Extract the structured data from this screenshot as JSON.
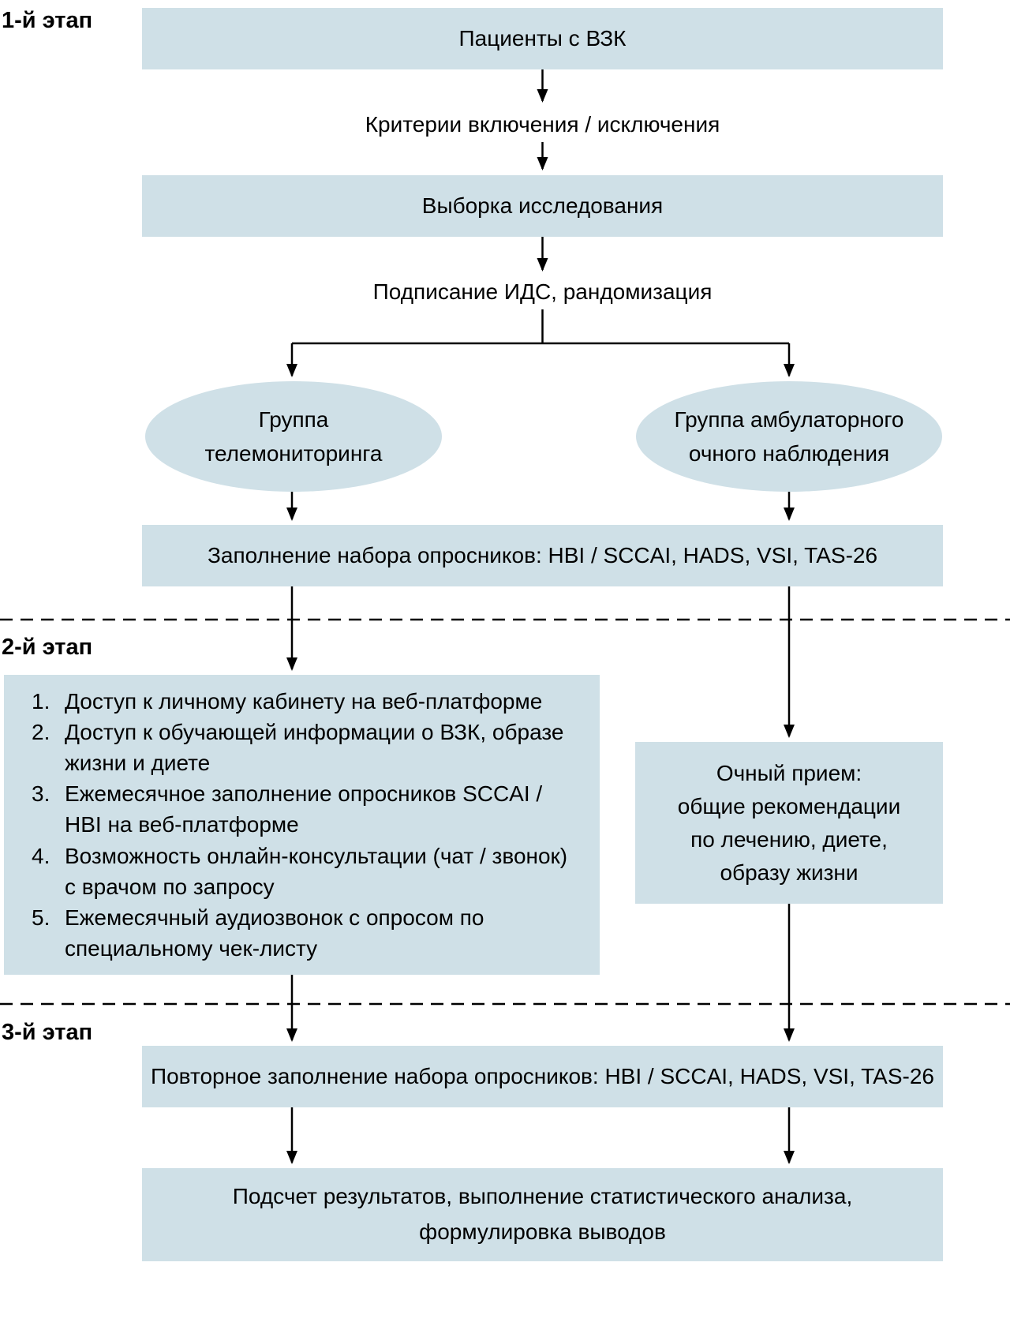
{
  "colors": {
    "box_fill": "#cfe0e7",
    "line_color": "#000000",
    "text_color": "#000000",
    "background": "#ffffff"
  },
  "stage_labels": {
    "stage1": "1-й этап",
    "stage2": "2-й этап",
    "stage3": "3-й этап"
  },
  "nodes": {
    "patients": "Пациенты с ВЗК",
    "criteria": "Критерии включения / исключения",
    "sample": "Выборка исследования",
    "consent": "Подписание ИДС, рандомизация",
    "tele_ellipse": {
      "lines": [
        "Группа",
        "телемониторинга"
      ]
    },
    "outpatient_ellipse": {
      "lines": [
        "Группа амбулаторного",
        "очного наблюдения"
      ]
    },
    "questionnaires": "Заполнение набора опросников: HBI / SCCAI, HADS, VSI, TAS-26",
    "telemonitoring_box": {
      "items": [
        {
          "num": "1.",
          "text": "Доступ к личному кабинету на веб-платформе"
        },
        {
          "num": "2.",
          "text": "Доступ к обучающей информации о ВЗК, образе жизни и диете"
        },
        {
          "num": "3.",
          "text": "Ежемесячное заполнение опросников SCCAI / HBI на веб-платформе"
        },
        {
          "num": "4.",
          "text": "Возможность онлайн-консультации (чат / звонок) с врачом по запросу"
        },
        {
          "num": "5.",
          "text": "Ежемесячный аудиозвонок с опросом по специальному чек-листу"
        }
      ]
    },
    "inperson_box": {
      "lines": [
        "Очный прием:",
        "общие рекомендации",
        "по лечению, диете,",
        "образу жизни"
      ]
    },
    "repeat_questionnaires": "Повторное заполнение набора опросников: HBI / SCCAI, HADS, VSI, TAS-26",
    "results": {
      "lines": [
        "Подсчет результатов, выполнение статистического анализа,",
        "формулировка выводов"
      ]
    }
  }
}
